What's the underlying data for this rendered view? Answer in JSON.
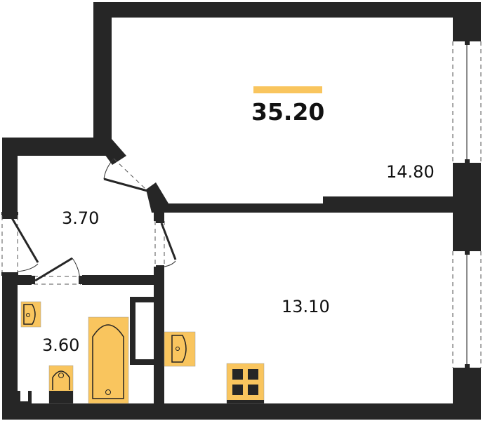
{
  "plan": {
    "total_area": "35.20",
    "accent_color": "#F9C55E",
    "wall_color": "#262626",
    "rooms": [
      {
        "name": "room",
        "area": "14.80"
      },
      {
        "name": "hallway",
        "area": "3.70"
      },
      {
        "name": "kitchen-living",
        "area": "13.10"
      },
      {
        "name": "bathroom",
        "area": "3.60"
      }
    ]
  }
}
